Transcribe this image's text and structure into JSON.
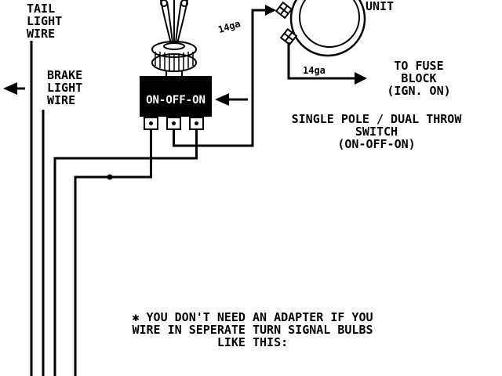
{
  "colors": {
    "ink": "#000000",
    "background": "#ffffff",
    "switch_body_fill": "#000000",
    "switch_body_text": "#ffffff"
  },
  "labels": {
    "tail_light_wire": "TAIL\nLIGHT\nWIRE",
    "brake_light_wire": "BRAKE\nLIGHT\nWIRE",
    "flasher_unit": "UNIT",
    "wire_gauge_1": "14ga",
    "wire_gauge_2": "14ga",
    "to_fuse_block": "TO FUSE\nBLOCK\n(IGN. ON)",
    "switch_type": "SINGLE POLE / DUAL THROW\nSWITCH\n(ON-OFF-ON)",
    "switch_body": "ON-OFF-ON",
    "note": "✱ YOU DON'T NEED AN ADAPTER IF YOU\nWIRE IN SEPERATE TURN SIGNAL BULBS\nLIKE THIS:"
  }
}
